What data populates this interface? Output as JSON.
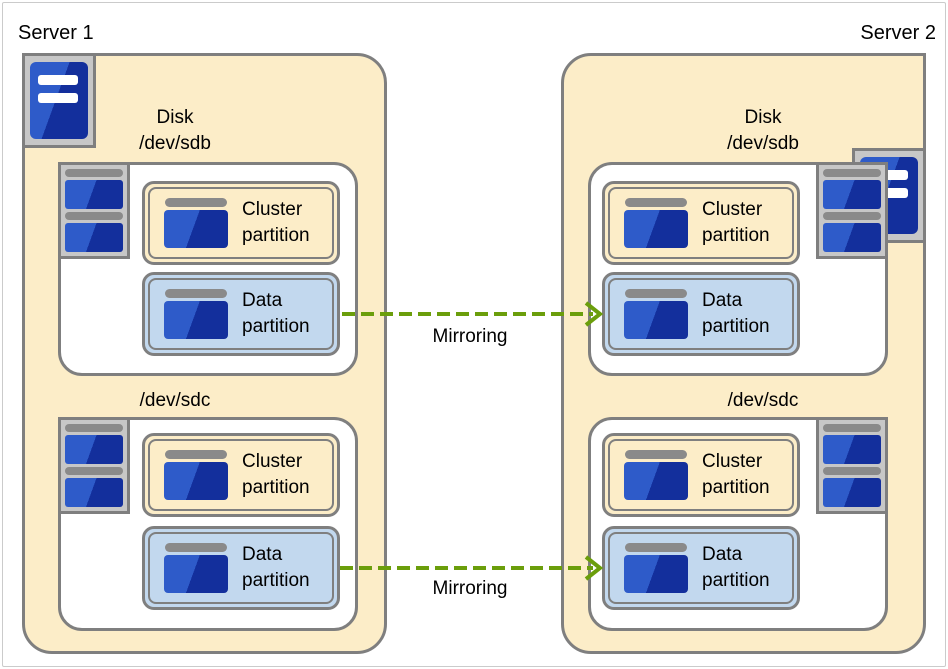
{
  "servers": [
    {
      "name": "Server 1",
      "disks": [
        {
          "title_line1": "Disk",
          "title_line2": "/dev/sdb",
          "partitions": [
            {
              "name": "Cluster partition",
              "line1": "Cluster",
              "line2": "partition"
            },
            {
              "name": "Data partition",
              "line1": "Data",
              "line2": "partition"
            }
          ]
        },
        {
          "title_line1": "/dev/sdc",
          "partitions": [
            {
              "name": "Cluster partition",
              "line1": "Cluster",
              "line2": "partition"
            },
            {
              "name": "Data partition",
              "line1": "Data",
              "line2": "partition"
            }
          ]
        }
      ]
    },
    {
      "name": "Server 2",
      "disks": [
        {
          "title_line1": "Disk",
          "title_line2": "/dev/sdb",
          "partitions": [
            {
              "name": "Cluster partition",
              "line1": "Cluster",
              "line2": "partition"
            },
            {
              "name": "Data partition",
              "line1": "Data",
              "line2": "partition"
            }
          ]
        },
        {
          "title_line1": "/dev/sdc",
          "partitions": [
            {
              "name": "Cluster partition",
              "line1": "Cluster",
              "line2": "partition"
            },
            {
              "name": "Data partition",
              "line1": "Data",
              "line2": "partition"
            }
          ]
        }
      ]
    }
  ],
  "mirroring": {
    "links": [
      {
        "label": "Mirroring",
        "from": "Server 1 /dev/sdb Data partition",
        "to": "Server 2 /dev/sdb Data partition"
      },
      {
        "label": "Mirroring",
        "from": "Server 1 /dev/sdc Data partition",
        "to": "Server 2 /dev/sdc Data partition"
      }
    ]
  },
  "icons": {
    "server": "server-tower-icon",
    "disk_stack": "disk-stack-icon",
    "partition_disk": "disk-partition-icon"
  },
  "colors": {
    "server_fill": "#FCEDC8",
    "cluster_fill": "#FCEDC8",
    "data_fill": "#C2D8EE",
    "border_gray": "#7F7F7F",
    "icon_bg": "#C7C7C7",
    "bar_gray": "#8A8A8A",
    "blue_light": "#2E5BC9",
    "blue_dark": "#132F9C",
    "arrow_green": "#6B9E0B",
    "outline": "#CBCBCB"
  }
}
